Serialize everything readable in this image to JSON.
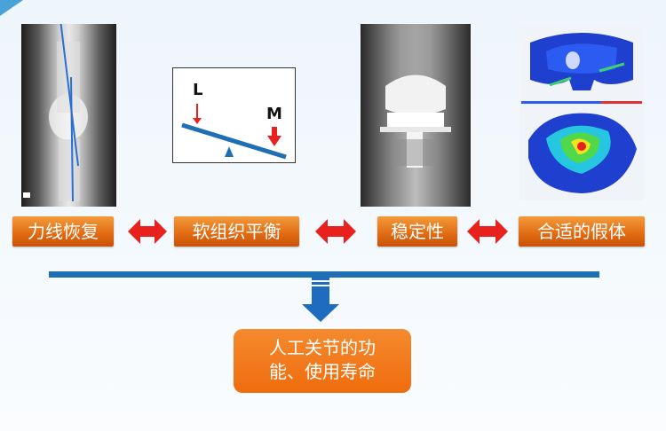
{
  "labels": {
    "alignment": "力线恢复",
    "soft_tissue": "软组织平衡",
    "stability": "稳定性",
    "prosthesis": "合适的假体"
  },
  "balance_diagram": {
    "left_label": "L",
    "right_label": "M"
  },
  "result": {
    "line1": "人工关节的功",
    "line2": "能、使用寿命"
  },
  "colors": {
    "label_orange": "#e06a12",
    "arrow_red": "#e8211c",
    "connector_blue": "#1f6fb5",
    "down_arrow_blue": "#1d6cc0"
  },
  "icons": {
    "double_arrow": "double-headed-arrow-icon",
    "down_arrow": "down-arrow-icon"
  }
}
